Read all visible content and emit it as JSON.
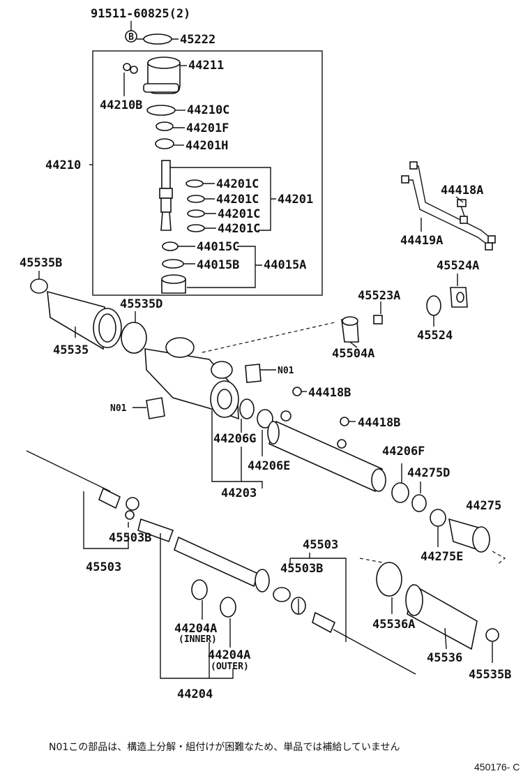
{
  "figure_id": "450176- C",
  "note": "N01この部品は、構造上分解・組付けが困難なため、単品では補給していません",
  "callouts": {
    "c_91511": "91511-60825(2)",
    "c_B": "B",
    "c_45222": "45222",
    "c_44211": "44211",
    "c_44210B": "44210B",
    "c_44210C": "44210C",
    "c_44201F": "44201F",
    "c_44201H": "44201H",
    "c_44210": "44210",
    "c_44201C_1": "44201C",
    "c_44201C_2": "44201C",
    "c_44201C_3": "44201C",
    "c_44201C_4": "44201C",
    "c_44201": "44201",
    "c_44015C": "44015C",
    "c_44015B": "44015B",
    "c_44015A": "44015A",
    "c_44418A": "44418A",
    "c_44419A": "44419A",
    "c_45535B_top": "45535B",
    "c_45524A": "45524A",
    "c_45535D": "45535D",
    "c_45523A": "45523A",
    "c_45524": "45524",
    "c_45535": "45535",
    "c_45504A": "45504A",
    "c_N01_right": "N01",
    "c_44418B_1": "44418B",
    "c_N01_left": "N01",
    "c_44418B_2": "44418B",
    "c_44206G": "44206G",
    "c_44206F": "44206F",
    "c_44206E": "44206E",
    "c_44275D": "44275D",
    "c_44203": "44203",
    "c_44275": "44275",
    "c_45503B_left": "45503B",
    "c_44275E": "44275E",
    "c_45503_left": "45503",
    "c_45503_right": "45503",
    "c_45503B_right": "45503B",
    "c_45536A": "45536A",
    "c_44204A_1": "44204A",
    "c_inner": "(INNER)",
    "c_44204A_2": "44204A",
    "c_outer": "(OUTER)",
    "c_45536": "45536",
    "c_45535B_bottom": "45535B",
    "c_44204": "44204"
  }
}
